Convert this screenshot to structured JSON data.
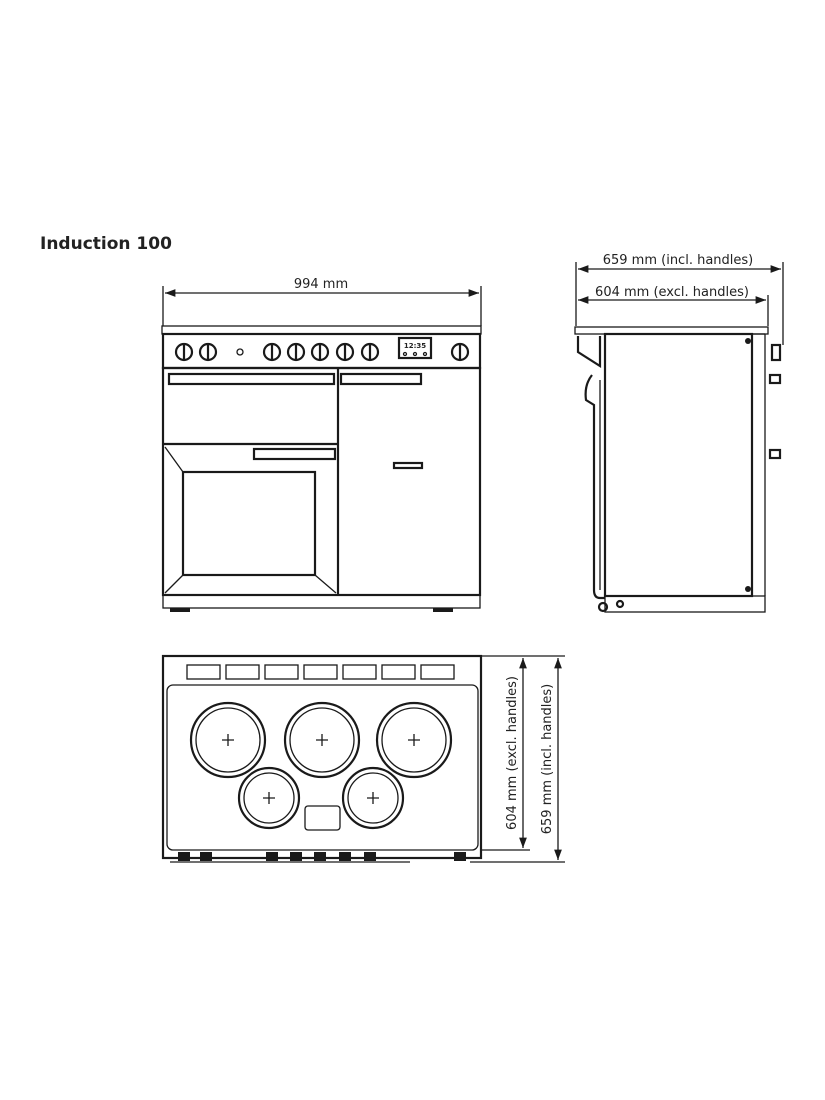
{
  "title": "Induction 100",
  "front_view": {
    "width_label": "994 mm",
    "display_text": "12:35"
  },
  "side_view": {
    "depth_incl_label": "659 mm (incl. handles)",
    "depth_excl_label": "604 mm (excl. handles)"
  },
  "top_view": {
    "depth_excl_label": "604 mm (excl. handles)",
    "depth_incl_label": "659 mm (incl. handles)",
    "induction_zones": 5
  },
  "colors": {
    "line": "#1a1a1a",
    "background": "#ffffff"
  }
}
